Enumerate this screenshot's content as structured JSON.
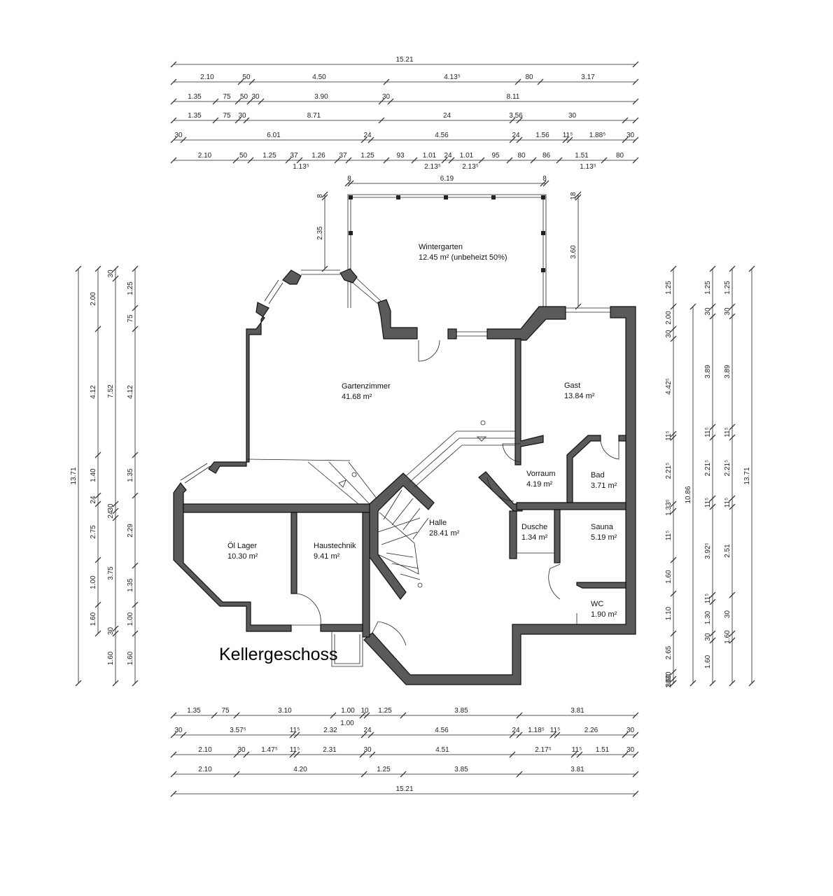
{
  "title": "Kellergeschoss",
  "rooms": {
    "wintergarten": {
      "name": "Wintergarten",
      "area": "12.45 m² (unbeheizt 50%)"
    },
    "gartenzimmer": {
      "name": "Gartenzimmer",
      "area": "41.68 m²"
    },
    "gast": {
      "name": "Gast",
      "area": "13.84 m²"
    },
    "vorraum": {
      "name": "Vorraum",
      "area": "4.19 m²"
    },
    "bad": {
      "name": "Bad",
      "area": "3.71 m²"
    },
    "halle": {
      "name": "Halle",
      "area": "28.41 m²"
    },
    "dusche": {
      "name": "Dusche",
      "area": "1.34 m²"
    },
    "sauna": {
      "name": "Sauna",
      "area": "5.19 m²"
    },
    "oel_lager": {
      "name": "Öl Lager",
      "area": "10.30 m²"
    },
    "haustechnik": {
      "name": "Haustechnik",
      "area": "9.41 m²"
    },
    "wc": {
      "name": "WC",
      "area": "1.90 m²"
    }
  },
  "dims": {
    "top": {
      "r1": [
        "15.21"
      ],
      "r2": [
        "2.10",
        "50",
        "4.50",
        "4.13⁵",
        "80",
        "3.17"
      ],
      "r3": [
        "1.35",
        "75",
        "50",
        "30",
        "3.90",
        "30",
        "8.11"
      ],
      "r4": [
        "1.35",
        "75",
        "30",
        "8.71",
        "24",
        "3.56",
        "30"
      ],
      "r5": [
        "30",
        "6.01",
        "24",
        "4.56",
        "24",
        "1.56",
        "11⁵",
        "1.88⁵",
        "30"
      ],
      "r6": [
        "2.10",
        "50",
        "1.25",
        "37",
        "1.26",
        "37",
        "1.25",
        "93",
        "1.01",
        "24",
        "1.01",
        "95",
        "80",
        "86",
        "1.51",
        "80"
      ],
      "r6b": [
        "1.13⁵",
        "2.13⁵",
        "2.13⁵",
        "1.13⁵"
      ]
    },
    "wintergarten": [
      "8",
      "6.19",
      "8",
      "8",
      "2.35",
      "18",
      "3.60"
    ],
    "bottom": {
      "r1": [
        "1.35",
        "75",
        "3.10",
        "1.00",
        "10",
        "1.25",
        "3.85",
        "3.81"
      ],
      "r1b": [
        "1.00"
      ],
      "r2": [
        "30",
        "3.57⁵",
        "11⁵",
        "2.32",
        "24",
        "4.56",
        "24",
        "1.18⁵",
        "11⁵",
        "2.26",
        "30"
      ],
      "r3": [
        "2.10",
        "30",
        "1.47⁵",
        "11⁵",
        "2.31",
        "30",
        "4.51",
        "2.17⁵",
        "11⁵",
        "1.51",
        "30"
      ],
      "r4": [
        "2.10",
        "4.20",
        "1.25",
        "3.85",
        "3.81"
      ],
      "r5": [
        "15.21"
      ]
    },
    "left": {
      "c1": [
        "13.71"
      ],
      "c2": [
        "2.00",
        "4.12",
        "1.40",
        "24",
        "2.75",
        "1.00",
        "1.60"
      ],
      "c3": [
        "30",
        "7.52",
        "30",
        "24",
        "3.75",
        "30",
        "1.60"
      ],
      "c4": [
        "1.25",
        "75",
        "4.12",
        "1.35",
        "2.29",
        "1.35",
        "1.00",
        "1.60"
      ]
    },
    "right": {
      "c1": [
        "1.25",
        "2.00",
        "30",
        "4.42⁵",
        "11⁵",
        "2.21⁵",
        "1.33⁵",
        "11⁵",
        "1.60",
        "1.10",
        "2.65",
        "30",
        "1.60",
        "30"
      ],
      "c2": [
        "10.86"
      ],
      "c3": [
        "1.25",
        "30",
        "3.89",
        "11⁵",
        "2.21⁵",
        "11⁵",
        "3.92⁵",
        "11⁵",
        "1.30",
        "30",
        "1.60"
      ],
      "c4": [
        "1.25",
        "30",
        "3.89",
        "11⁵",
        "2.21⁵",
        "11⁵",
        "2.51",
        "30",
        "1.60"
      ],
      "c5": [
        "13.71"
      ]
    }
  }
}
